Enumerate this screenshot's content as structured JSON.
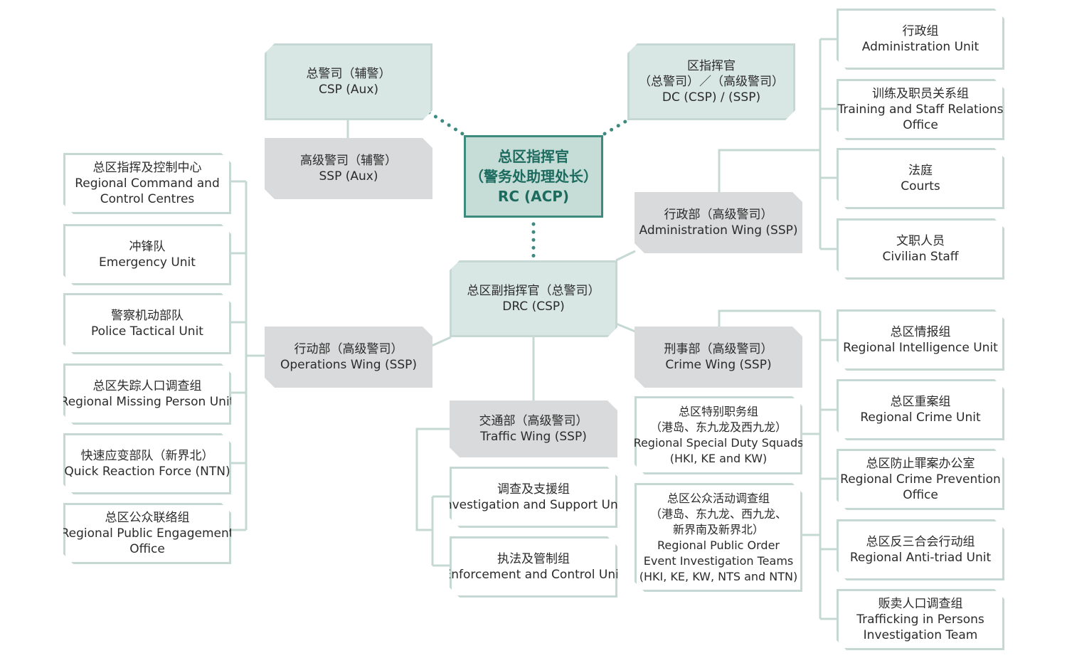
{
  "colors": {
    "line": "#c5d8d3",
    "root_border": "#3f8a7e",
    "root_text": "#1d6b5f",
    "dotted": "#3f8a7e",
    "grey_box": "#d9dadb",
    "mint_box": "#d9e7e4"
  },
  "root": {
    "zh": "总区指挥官",
    "zh2": "（警务处助理处长）",
    "en": "RC (ACP)"
  },
  "csp_aux": {
    "zh": "总警司（辅警）",
    "en": "CSP (Aux)"
  },
  "ssp_aux": {
    "zh": "高级警司（辅警）",
    "en": "SSP (Aux)"
  },
  "dc": {
    "zh": "区指挥官",
    "zh2": "（总警司）／（高级警司）",
    "en": "DC (CSP) / (SSP)"
  },
  "drc": {
    "zh": "总区副指挥官（总警司）",
    "en": "DRC (CSP)"
  },
  "admin_wing": {
    "zh": "行政部（高级警司）",
    "en": "Administration Wing (SSP)"
  },
  "ops_wing": {
    "zh": "行动部（高级警司）",
    "en": "Operations Wing (SSP)"
  },
  "crime_wing": {
    "zh": "刑事部（高级警司）",
    "en": "Crime Wing (SSP)"
  },
  "traffic_wing": {
    "zh": "交通部（高级警司）",
    "en": "Traffic Wing (SSP)"
  },
  "ops_units": [
    {
      "zh": "总区指挥及控制中心",
      "en1": "Regional Command and",
      "en2": "Control Centres"
    },
    {
      "zh": "冲锋队",
      "en1": "Emergency Unit",
      "en2": ""
    },
    {
      "zh": "警察机动部队",
      "en1": "Police Tactical Unit",
      "en2": ""
    },
    {
      "zh": "总区失踪人口调查组",
      "en1": "Regional Missing Person Unit",
      "en2": ""
    },
    {
      "zh": "快速应变部队（新界北）",
      "en1": "Quick Reaction Force (NTN)",
      "en2": ""
    },
    {
      "zh": "总区公众联络组",
      "en1": "Regional Public Engagement",
      "en2": "Office"
    }
  ],
  "admin_units": [
    {
      "zh": "行政组",
      "en1": "Administration Unit",
      "en2": ""
    },
    {
      "zh": "训练及职员关系组",
      "en1": "Training and Staff Relations",
      "en2": "Office"
    },
    {
      "zh": "法庭",
      "en1": "Courts",
      "en2": ""
    },
    {
      "zh": "文职人员",
      "en1": "Civilian Staff",
      "en2": ""
    }
  ],
  "traffic_units": [
    {
      "zh": "调查及支援组",
      "en1": "Investigation and Support Unit"
    },
    {
      "zh": "执法及管制组",
      "en1": "Enforcement and Control Unit"
    }
  ],
  "crime_mid": [
    {
      "l1": "总区特别职务组",
      "l2": "（港岛、东九龙及西九龙）",
      "l3": "Regional Special Duty Squads",
      "l4": "(HKI, KE and KW)",
      "l5": "",
      "l6": "",
      "l7": ""
    },
    {
      "l1": "总区公众活动调查组",
      "l2": "（港岛、东九龙、西九龙、",
      "l3": "新界南及新界北）",
      "l4": "Regional Public Order",
      "l5": "Event Investigation Teams",
      "l6": "(HKI, KE, KW, NTS and NTN)",
      "l7": ""
    }
  ],
  "crime_units": [
    {
      "zh": "总区情报组",
      "en1": "Regional Intelligence Unit",
      "en2": ""
    },
    {
      "zh": "总区重案组",
      "en1": "Regional Crime Unit",
      "en2": ""
    },
    {
      "zh": "总区防止罪案办公室",
      "en1": "Regional Crime Prevention",
      "en2": "Office"
    },
    {
      "zh": "总区反三合会行动组",
      "en1": "Regional Anti-triad Unit",
      "en2": ""
    },
    {
      "zh": "贩卖人口调查组",
      "en1": "Trafficking in Persons",
      "en2": "Investigation Team"
    }
  ]
}
